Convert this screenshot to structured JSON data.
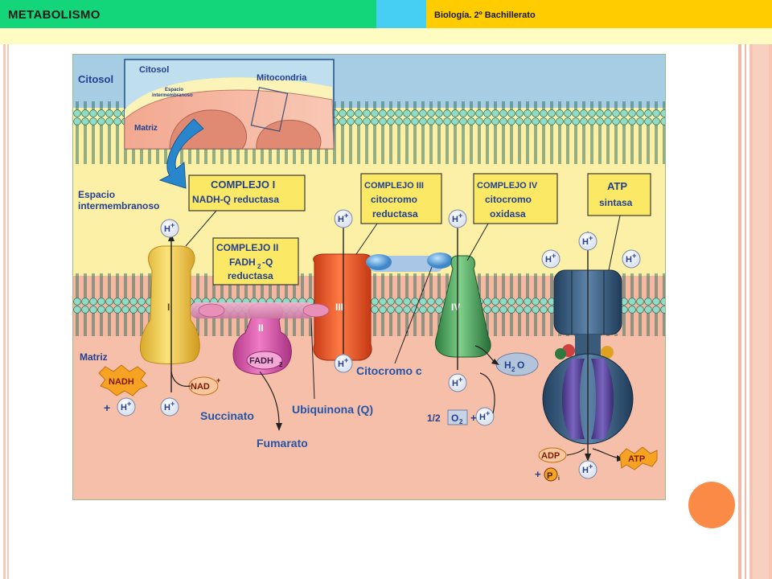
{
  "header": {
    "title": "METABOLISMO",
    "subtitle": "Biología. 2º Bachillerato"
  },
  "figure": {
    "regions": {
      "cytosol": "Citosol",
      "intermembrane_1": "Espacio",
      "intermembrane_2": "intermembranoso",
      "matrix": "Matriz"
    },
    "inset": {
      "cytosol": "Citosol",
      "mitochondria": "Mitocondria",
      "intermembrane_1": "Espacio",
      "intermembrane_2": "intermembranoso",
      "matrix": "Matriz"
    },
    "complex1": {
      "title": "COMPLEJO I",
      "subtitle": "NADH-Q reductasa",
      "numeral": "I"
    },
    "complex2": {
      "title": "COMPLEJO II",
      "subtitle_1": "FADH",
      "subtitle_sub": "2",
      "subtitle_2": "-Q",
      "subtitle_3": "reductasa",
      "numeral": "II"
    },
    "complex3": {
      "title": "COMPLEJO III",
      "subtitle_1": "citocromo",
      "subtitle_2": "reductasa",
      "numeral": "III"
    },
    "complex4": {
      "title": "COMPLEJO IV",
      "subtitle_1": "citocromo",
      "subtitle_2": "oxidasa",
      "numeral": "IV"
    },
    "atp_synthase": {
      "title": "ATP",
      "subtitle": "sintasa"
    },
    "molecules": {
      "h_plus": "H",
      "plus_sign": "+",
      "nadh": "NADH",
      "nad": "NAD",
      "fadh2": "FADH",
      "succinate": "Succinato",
      "fumarate": "Fumarato",
      "ubiquinone": "Ubiquinona (Q)",
      "cytochrome_c": "Citocromo c",
      "h2o": "H",
      "h2o_o": "O",
      "half": "1/2",
      "o2": "O",
      "adp": "ADP",
      "pi": "P",
      "atp": "ATP"
    },
    "colors": {
      "cytosol_bg": "#a6cde3",
      "intermembrane_bg": "#fbf0a6",
      "matrix_bg": "#f4b8a2",
      "membrane_head": "#8fd8c4",
      "complex1": "#f5cf55",
      "complex2": "#e35bb0",
      "complex3": "#f0582c",
      "complex4": "#48a45d",
      "atp_synthase": "#3a5e84",
      "label_box": "#fbe865",
      "label_text": "#24408e",
      "accent_text": "#2455a8"
    }
  }
}
